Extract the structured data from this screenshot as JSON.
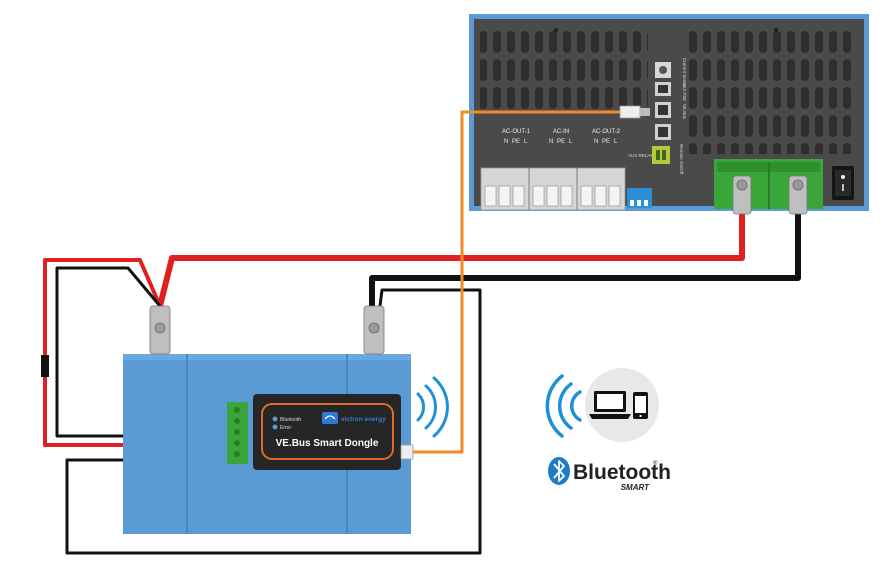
{
  "inverter": {
    "ports": {
      "ac_out_1": "AC-OUT-1",
      "ac_in": "AC-IN",
      "ac_out_2": "AC-OUT-2",
      "npel": [
        "N",
        "PE",
        "L"
      ]
    },
    "side_labels": [
      "Current Sense",
      "AUX FSE",
      "VE.Bus",
      "Remote On/Off",
      "AUX RELAY"
    ]
  },
  "dongle": {
    "brand": "victron energy",
    "led_bluetooth": "Bluetooth",
    "led_error": "Error",
    "name": "VE.Bus Smart Dongle"
  },
  "bluetooth": {
    "wordmark": "Bluetooth",
    "sub": "SMART",
    "registered": "®"
  },
  "colors": {
    "positive_cable": "#e02020",
    "negative_cable": "#111111",
    "data_cable": "#f08a24",
    "battery": "#5b9bd5",
    "inverter_body": "#4a4a4a",
    "inverter_frame": "#5b9bd5",
    "terminal_green": "#3aa63a",
    "bluetooth_blue": "#1e90d6"
  }
}
